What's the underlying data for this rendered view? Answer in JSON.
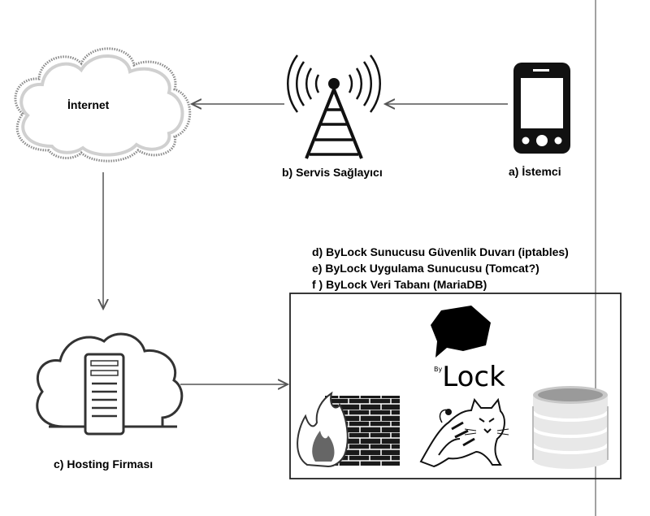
{
  "nodes": {
    "internet": "İnternet",
    "provider": "b) Servis Sağlayıcı",
    "client": "a) İstemci",
    "hosting": "c) Hosting Firması"
  },
  "server_components": [
    "d) ByLock Sunucusu Güvenlik Duvarı (iptables)",
    "e) ByLock Uygulama Sunucusu (Tomcat?)",
    "f ) ByLock Veri Tabanı (MariaDB)"
  ],
  "logo": {
    "small": "By",
    "main": "Lock"
  },
  "icons": [
    "cloud-icon",
    "antenna-tower-icon",
    "smartphone-icon",
    "cloud-server-icon",
    "firewall-icon",
    "chat-bubble-icon",
    "tomcat-icon",
    "database-icon"
  ],
  "colors": {
    "line": "#000000",
    "arrow": "#555555",
    "box_border": "#222222"
  }
}
